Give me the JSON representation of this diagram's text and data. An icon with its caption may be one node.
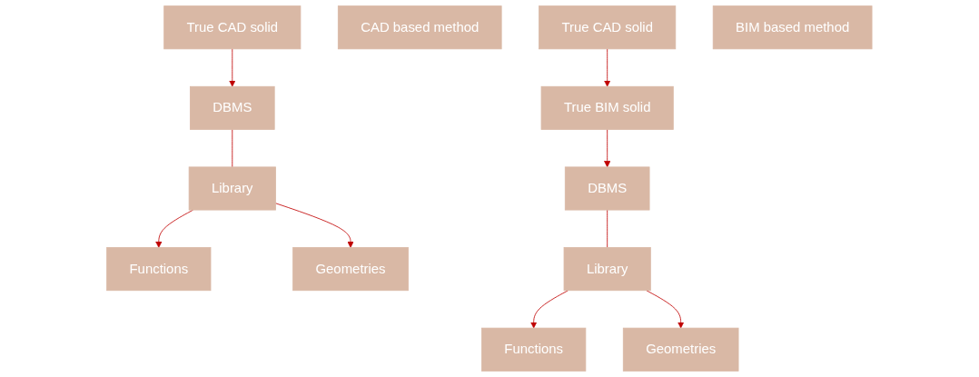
{
  "diagram": {
    "nodes": [
      {
        "text": [
          "True CAD solid"
        ]
      },
      {
        "text": [
          "DBMS"
        ]
      },
      {
        "text": [
          "Library"
        ]
      },
      {
        "text": [
          "Functions"
        ]
      },
      {
        "text": [
          "Geometries"
        ]
      },
      {
        "text": [
          "CAD based method"
        ]
      },
      {
        "text": [
          "True BIM solid"
        ]
      },
      {
        "text": [
          "True CAD solid"
        ]
      },
      {
        "text": [
          "DBMS"
        ]
      },
      {
        "text": [
          "Library"
        ]
      },
      {
        "text": [
          "Functions"
        ]
      },
      {
        "text": [
          "Geometries"
        ]
      },
      {
        "text": [
          "BIM based method"
        ]
      }
    ],
    "edges": [
      {
        "from": 0,
        "to": 1,
        "arrow": "to"
      },
      {
        "from": 1,
        "to": 2,
        "arrow": "none"
      },
      {
        "from": 2,
        "to": 3,
        "arrow": "to"
      },
      {
        "from": 2,
        "to": 4,
        "arrow": "to"
      },
      {
        "from": 7,
        "to": 6,
        "arrow": "to"
      },
      {
        "from": 6,
        "to": 8,
        "arrow": "to"
      },
      {
        "from": 8,
        "to": 9,
        "arrow": "none"
      },
      {
        "from": 9,
        "to": 10,
        "arrow": "to"
      },
      {
        "from": 9,
        "to": 11,
        "arrow": "to"
      }
    ]
  }
}
